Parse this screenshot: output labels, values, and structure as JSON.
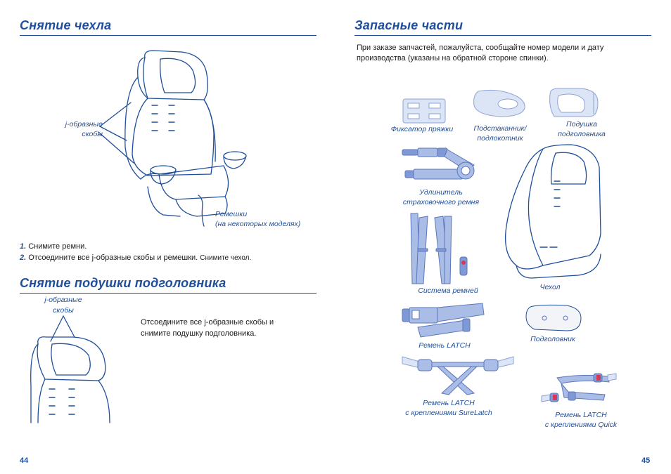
{
  "left_page": {
    "section1_title": "Снятие чехла",
    "callout_j_clips": "j-образные скобы",
    "callout_straps_line1": "Ремешки",
    "callout_straps_line2": "(на некоторых моделях)",
    "steps": [
      {
        "num": "1.",
        "text": "Снимите ремни."
      },
      {
        "num": "2.",
        "text": "Отсоедините все j-образные скобы и ремешки.",
        "small_text": "Снимите чехол."
      }
    ],
    "section2_title": "Снятие подушки подголовника",
    "callout_j_clips2_line1": "j-образные",
    "callout_j_clips2_line2": "скобы",
    "headrest_instructions_line1": "Отсоедините все j-образные скобы и",
    "headrest_instructions_line2": "снимите подушку подголовника.",
    "page_number": "44"
  },
  "right_page": {
    "title": "Запасные части",
    "intro_line1": "При заказе запчастей, пожалуйста, сообщайте номер модели и дату",
    "intro_line2": "производства (указаны на обратной стороне спинки).",
    "parts": {
      "buckle_clip": "Фиксатор пряжки",
      "cupholder_line1": "Подстаканник/",
      "cupholder_line2": "подлокотник",
      "headrest_pad_line1": "Подушка",
      "headrest_pad_line2": "подголовника",
      "belt_ext_line1": "Удлинитель",
      "belt_ext_line2": "страховочного ремня",
      "harness": "Система ремней",
      "cover": "Чехол",
      "latch": "Ремень LATCH",
      "headrest": "Подголовник",
      "surelatch_line1": "Ремень LATCH",
      "surelatch_line2": "с креплениями SureLatch",
      "quick_line1": "Ремень LATCH",
      "quick_line2": "с креплениями Quick"
    },
    "page_number": "45"
  }
}
